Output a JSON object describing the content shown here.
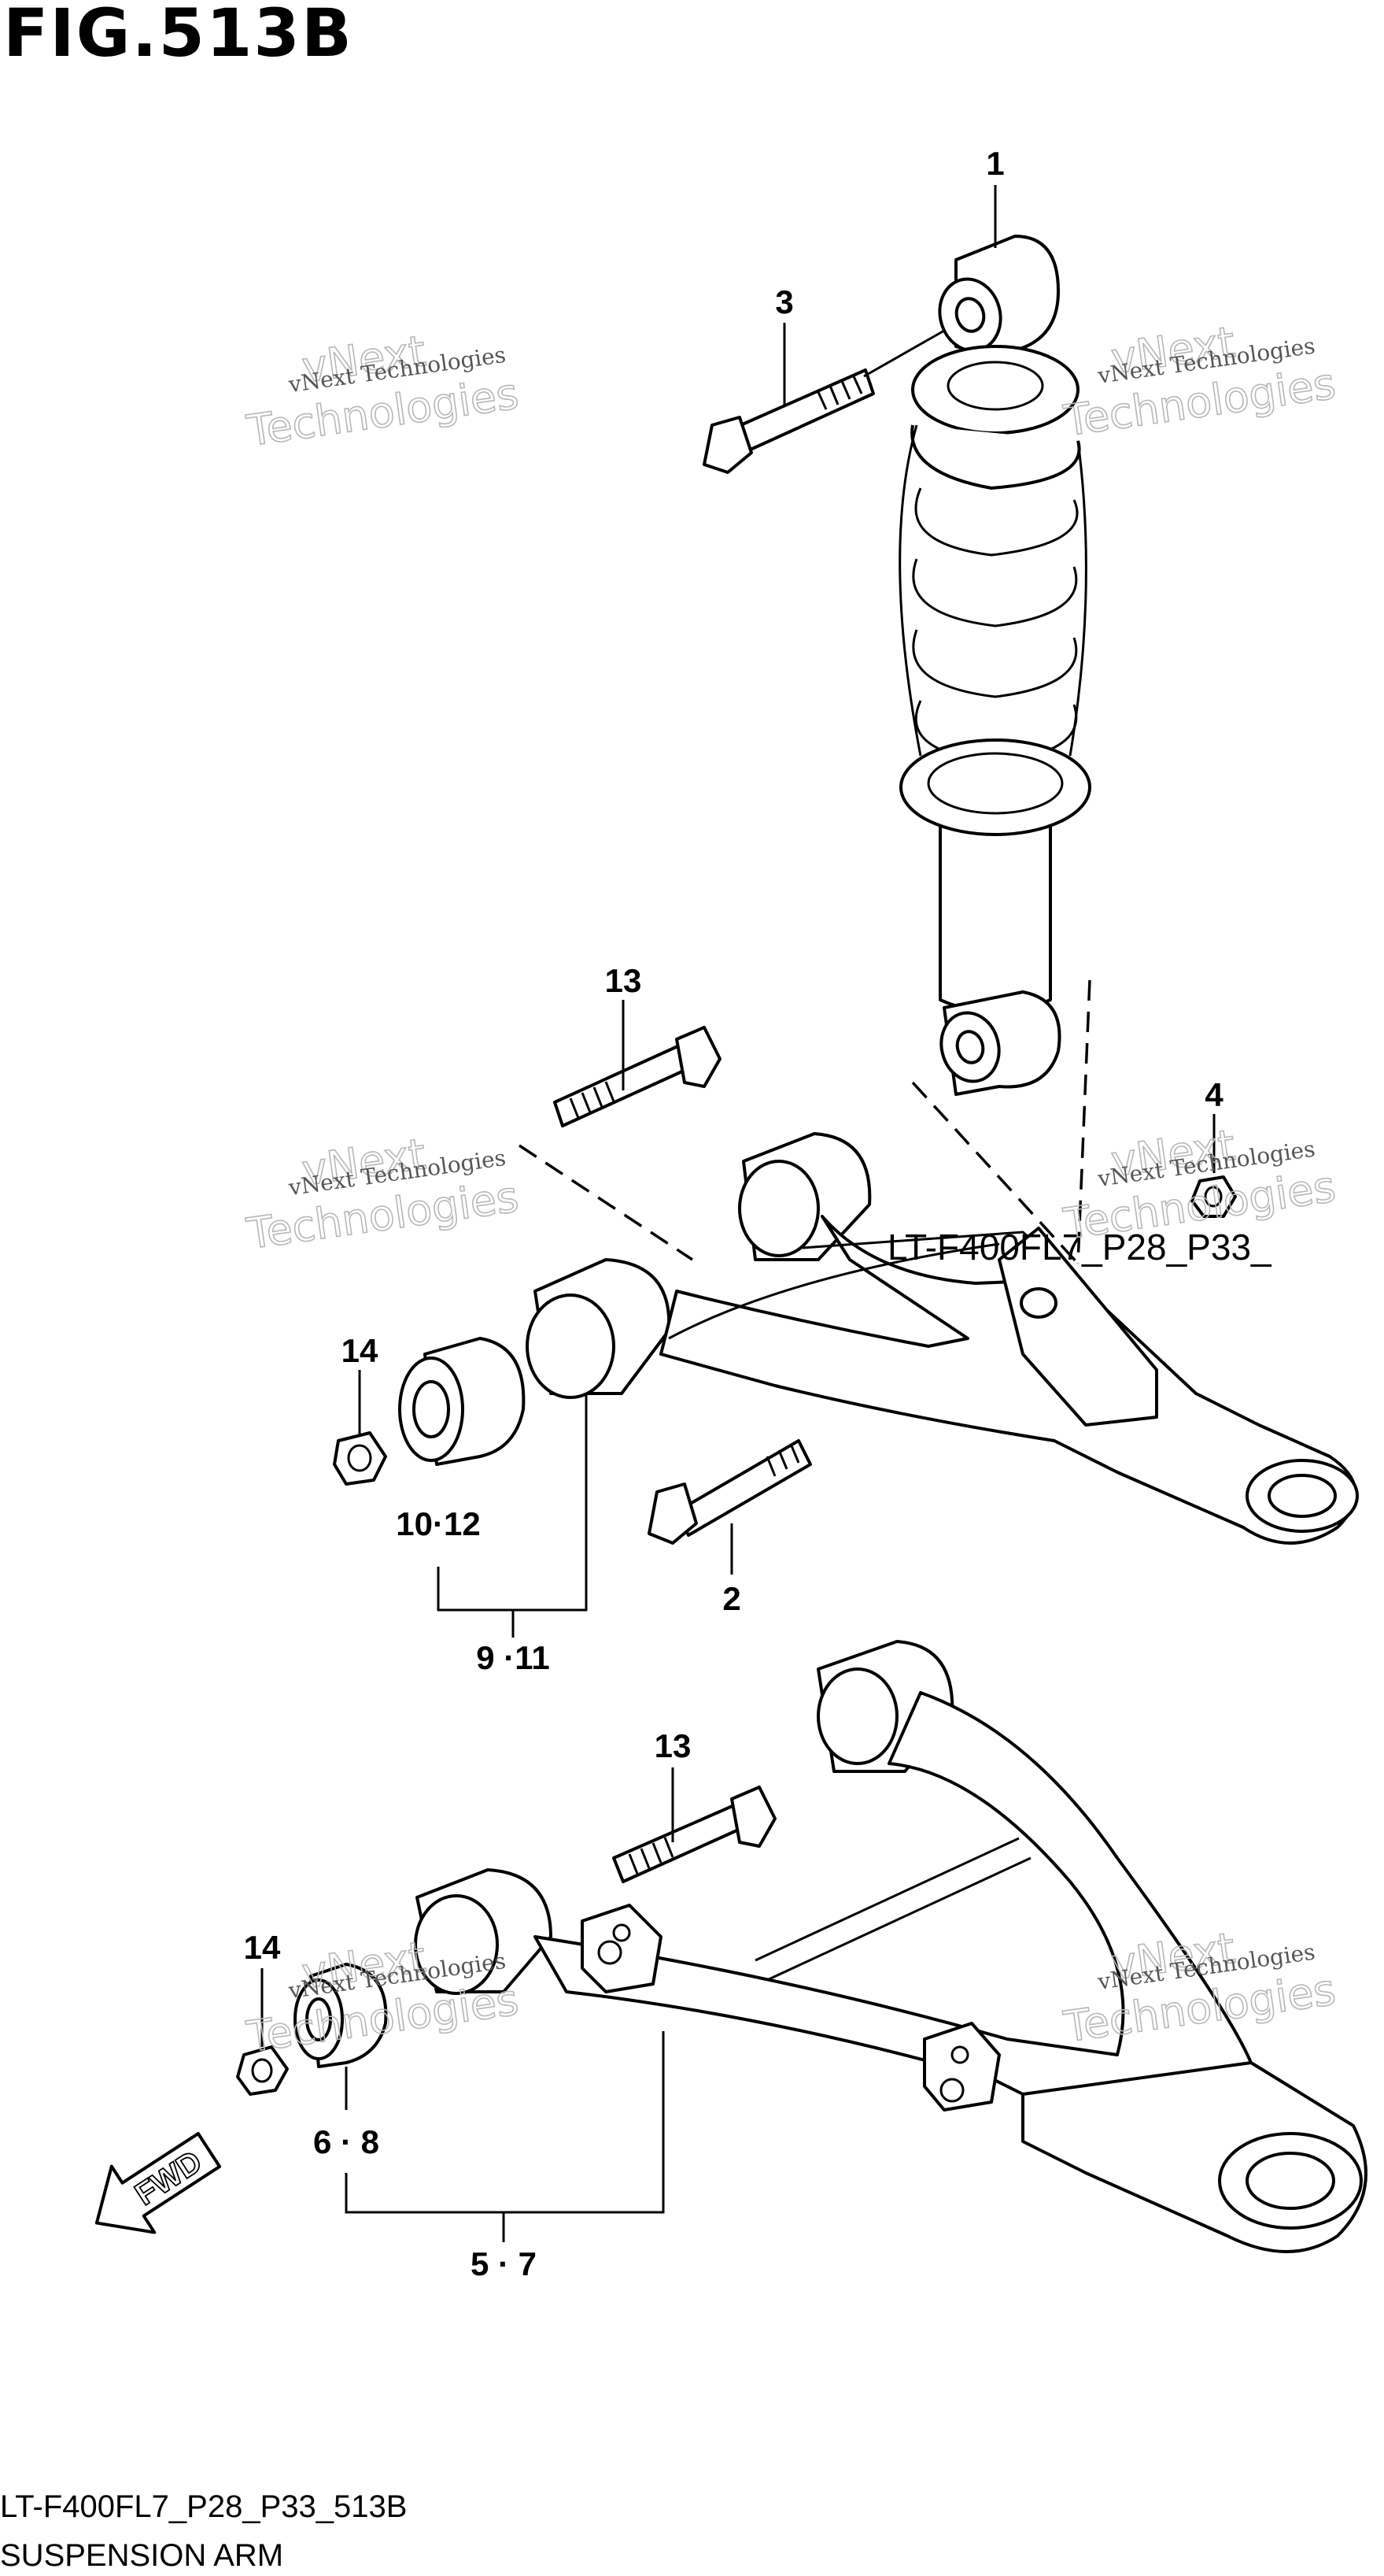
{
  "figure": {
    "title": "FIG.513B",
    "code": "LT-F400FL7_P28_P33_513B",
    "name": "SUSPENSION ARM"
  },
  "inline_label": "LT-F400FL7_P28_P33_",
  "fwd_label": "FWD",
  "watermark": {
    "small": "vNext Technologies",
    "big_line1": "vNext",
    "big_line2": "Technologies"
  },
  "callouts": {
    "c1": "1",
    "c2": "2",
    "c3": "3",
    "c4": "4",
    "c13_top": "13",
    "c14_top": "14",
    "c10_12": "10·12",
    "c9_11": "9 ·11",
    "c13_bottom": "13",
    "c14_bottom": "14",
    "c6_8": "6 · 8",
    "c5_7": "5 · 7"
  },
  "colors": {
    "line": "#000000",
    "background": "#ffffff",
    "watermark": "#b8b8b8"
  }
}
